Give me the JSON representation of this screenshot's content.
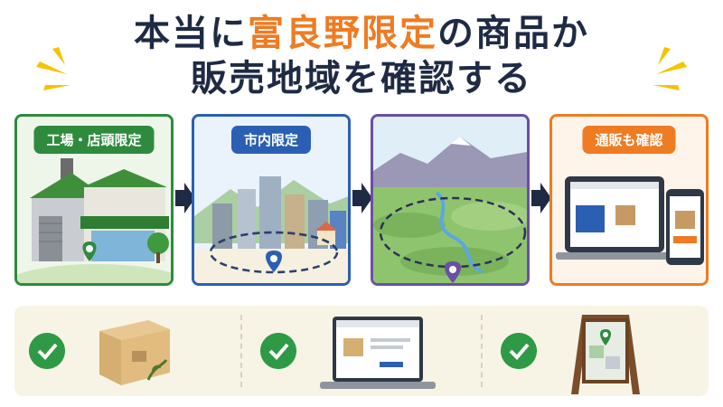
{
  "title": {
    "line1_prefix": "本当に",
    "line1_accent": "富良野限定",
    "line1_suffix": "の商品か",
    "line2": "販売地域を確認する"
  },
  "panels": [
    {
      "label": "工場・店頭限定",
      "color": "#2e8b3e"
    },
    {
      "label": "市内限定",
      "color": "#2b5fb4"
    },
    {
      "label": "",
      "color": "#6a4fa6"
    },
    {
      "label": "通販も確認",
      "color": "#ef7b22"
    }
  ],
  "icons": {
    "panel1": "factory-store-icon",
    "panel2": "city-icon",
    "panel3": "region-map-icon",
    "panel4": "online-shop-icon",
    "bottom1": "package-icon",
    "bottom2": "laptop-shop-icon",
    "bottom3": "map-signboard-icon",
    "check": "check-icon"
  },
  "colors": {
    "title": "#1f2a44",
    "accent": "#ef7b22",
    "check": "#2f9a45",
    "arrow": "#1f2a44"
  }
}
